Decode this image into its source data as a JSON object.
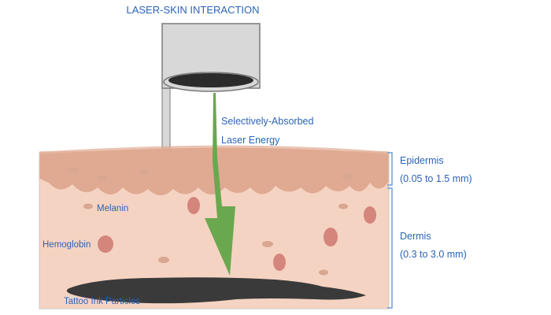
{
  "title": "LASER-SKIN INTERACTION",
  "beam_label": [
    "Selectively-Absorbed",
    "Laser Energy"
  ],
  "layers": {
    "epidermis": {
      "name": "Epidermis",
      "range": "(0.05 to 1.5 mm)"
    },
    "dermis": {
      "name": "Dermis",
      "range": "(0.3 to 3.0 mm)"
    }
  },
  "labels": {
    "melanin": "Melanin",
    "hemoglobin": "Hemoglobin",
    "tattoo_ink": "Tattoo Ink Particles"
  },
  "colors": {
    "title": "#2a64b8",
    "label": "#2a64b8",
    "device_body": "#d8d8d8",
    "device_outline": "#7a7a7a",
    "lens": "#2b2b2b",
    "beam": "#6aa84f",
    "epidermis": "#dfa992",
    "dermis": "#f5d3c2",
    "melanin": "#d9a690",
    "hemoglobin": "#d4857c",
    "ink": "#3a3a3a",
    "bracket": "#6e9fd8"
  }
}
